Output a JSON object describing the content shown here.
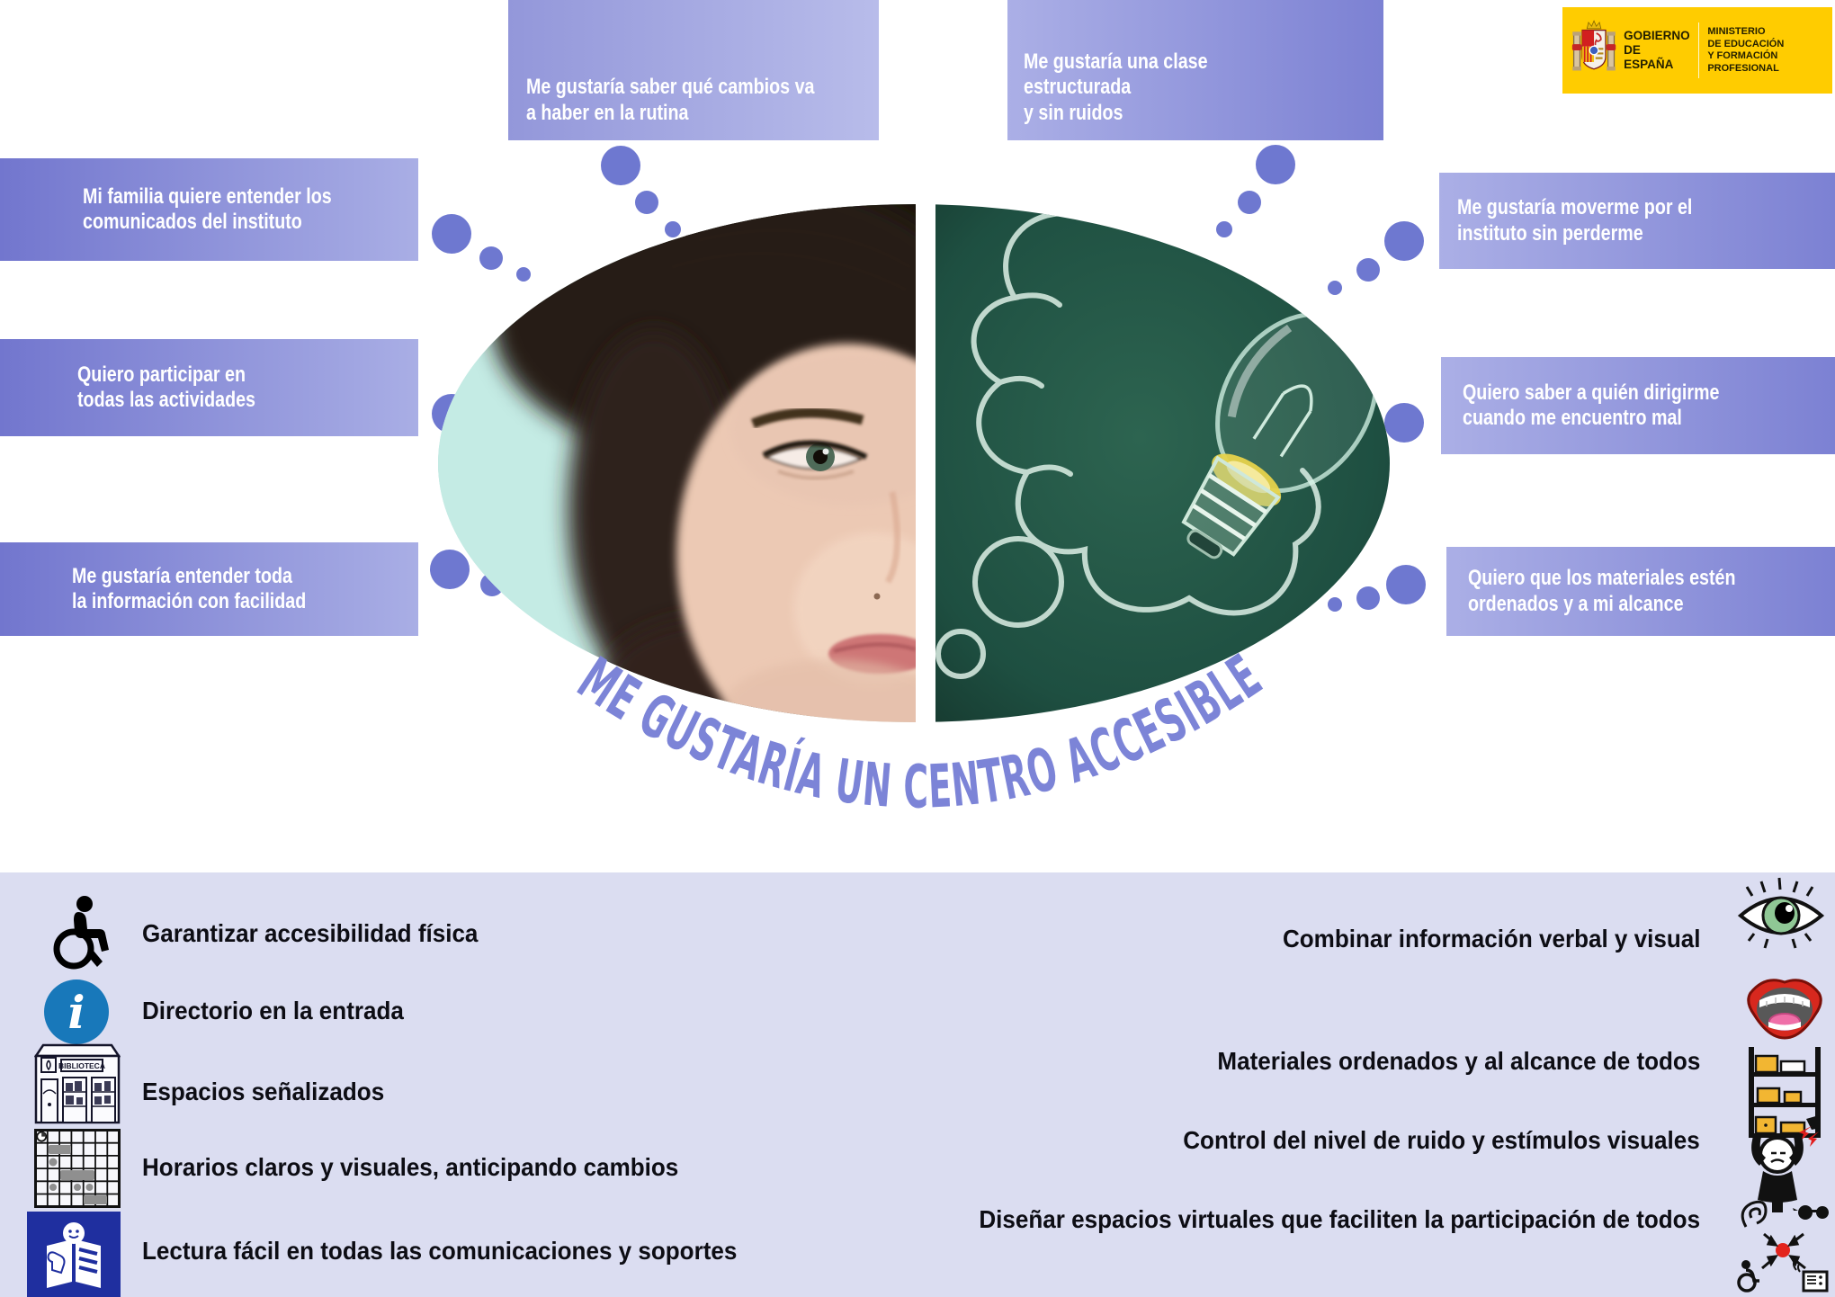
{
  "logo": {
    "agency_line1": "GOBIERNO",
    "agency_line2": "DE ESPAÑA",
    "ministry_line1": "MINISTERIO",
    "ministry_line2": "DE EDUCACIÓN",
    "ministry_line3": "Y FORMACIÓN PROFESIONAL"
  },
  "title": {
    "text": "ME GUSTARÍA UN CENTRO ACCESIBLE"
  },
  "bubbles": [
    {
      "id": "top-left",
      "text": "Me gustaría saber qué cambios va\na haber en la rutina"
    },
    {
      "id": "top-right",
      "text": "Me gustaría una clase estructurada\ny sin ruidos"
    },
    {
      "id": "left-1",
      "text": "Mi familia quiere entender los\ncomunicados del instituto"
    },
    {
      "id": "left-2",
      "text": "Quiero participar en\ntodas las actividades"
    },
    {
      "id": "left-3",
      "text": "Me gustaría entender toda\nla información con facilidad"
    },
    {
      "id": "right-1",
      "text": "Me gustaría moverme por el\ninstituto sin perderme"
    },
    {
      "id": "right-2",
      "text": "Quiero saber a quién dirigirme\ncuando me encuentro mal"
    },
    {
      "id": "right-3",
      "text": "Quiero que los materiales estén\nordenados y a mi alcance"
    }
  ],
  "measures_left": [
    {
      "icon": "wheelchair-icon",
      "label": "Garantizar accesibilidad física"
    },
    {
      "icon": "info-icon",
      "label": "Directorio en la entrada"
    },
    {
      "icon": "library-icon",
      "label": "Espacios señalizados",
      "sign_text": "BIBLIOTECA"
    },
    {
      "icon": "schedule-icon",
      "label": "Horarios claros y visuales, anticipando cambios"
    },
    {
      "icon": "easy-read-icon",
      "label": "Lectura fácil en todas las comunicaciones y soportes"
    }
  ],
  "measures_right": [
    {
      "icon": "eye-mouth-icon",
      "label": "Combinar información verbal y visual"
    },
    {
      "icon": "shelf-icon",
      "label": "Materiales ordenados y al alcance de todos"
    },
    {
      "icon": "noise-icon",
      "label": "Control del nivel de ruido y estímulos visuales"
    },
    {
      "icon": "inclusion-icon",
      "label": "Diseñar espacios virtuales que faciliten la participación de todos"
    }
  ],
  "colors": {
    "bubble_dark": "#7276ce",
    "bubble_light": "#aeb2e6",
    "dots": "#6e78d0",
    "title": "#7c84d7",
    "band": "#dbddf1",
    "logo_bg": "#ffcc00",
    "info_blue": "#1878ba",
    "easy_read_blue": "#1f2f9f",
    "chalkboard_green": "#1e4f41",
    "photo_teal": "#b2e2db"
  }
}
